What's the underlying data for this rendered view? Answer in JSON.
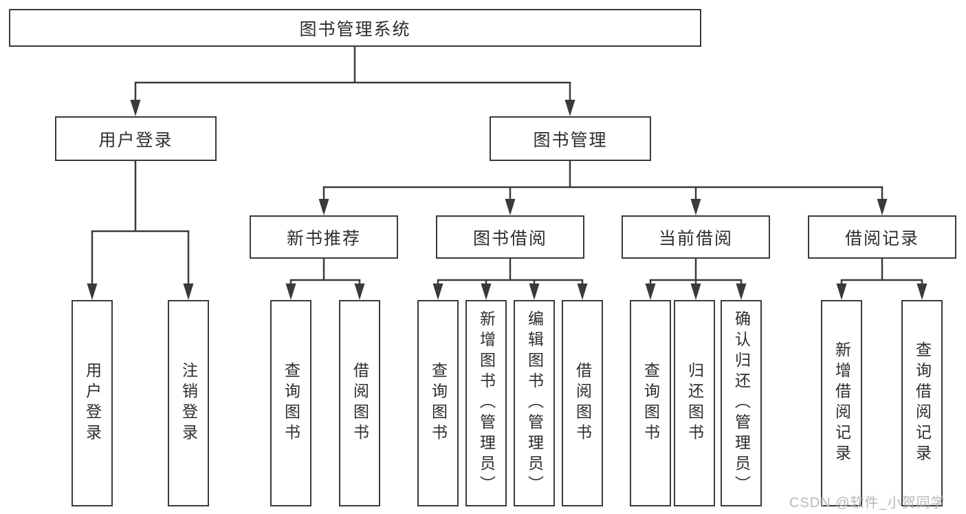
{
  "diagram": {
    "title": "图书管理系统",
    "nodes": {
      "root": {
        "label": "图书管理系统"
      },
      "level2": [
        {
          "id": "user-login",
          "label": "用户登录",
          "parent": "root"
        },
        {
          "id": "book-management",
          "label": "图书管理",
          "parent": "root"
        }
      ],
      "level3": [
        {
          "id": "new-book-recommendation",
          "label": "新书推荐",
          "parent": "book-management"
        },
        {
          "id": "book-borrowing",
          "label": "图书借阅",
          "parent": "book-management"
        },
        {
          "id": "current-borrowing",
          "label": "当前借阅",
          "parent": "book-management"
        },
        {
          "id": "borrowing-records",
          "label": "借阅记录",
          "parent": "book-management"
        }
      ],
      "leaves": [
        {
          "label": "用户登录",
          "parent": "user-login"
        },
        {
          "label": "注销登录",
          "parent": "user-login"
        },
        {
          "label": "查询图书",
          "parent": "new-book-recommendation"
        },
        {
          "label": "借阅图书",
          "parent": "new-book-recommendation"
        },
        {
          "label": "查询图书",
          "parent": "book-borrowing"
        },
        {
          "label": "新增图书（管理员）",
          "parent": "book-borrowing"
        },
        {
          "label": "编辑图书（管理员）",
          "parent": "book-borrowing"
        },
        {
          "label": "借阅图书",
          "parent": "book-borrowing"
        },
        {
          "label": "查询图书",
          "parent": "current-borrowing"
        },
        {
          "label": "归还图书",
          "parent": "current-borrowing"
        },
        {
          "label": "确认归还（管理员）",
          "parent": "current-borrowing"
        },
        {
          "label": "新增借阅记录",
          "parent": "borrowing-records"
        },
        {
          "label": "查询借阅记录",
          "parent": "borrowing-records"
        }
      ]
    }
  },
  "watermark": {
    "text": "CSDN @软件_小贺同学"
  },
  "colors": {
    "line": "#3a3a3a",
    "box_border": "#3a3a3a",
    "box_fill": "#ffffff",
    "text": "#2d2d2d",
    "watermark": "#b5b8bb",
    "background": "#ffffff"
  }
}
